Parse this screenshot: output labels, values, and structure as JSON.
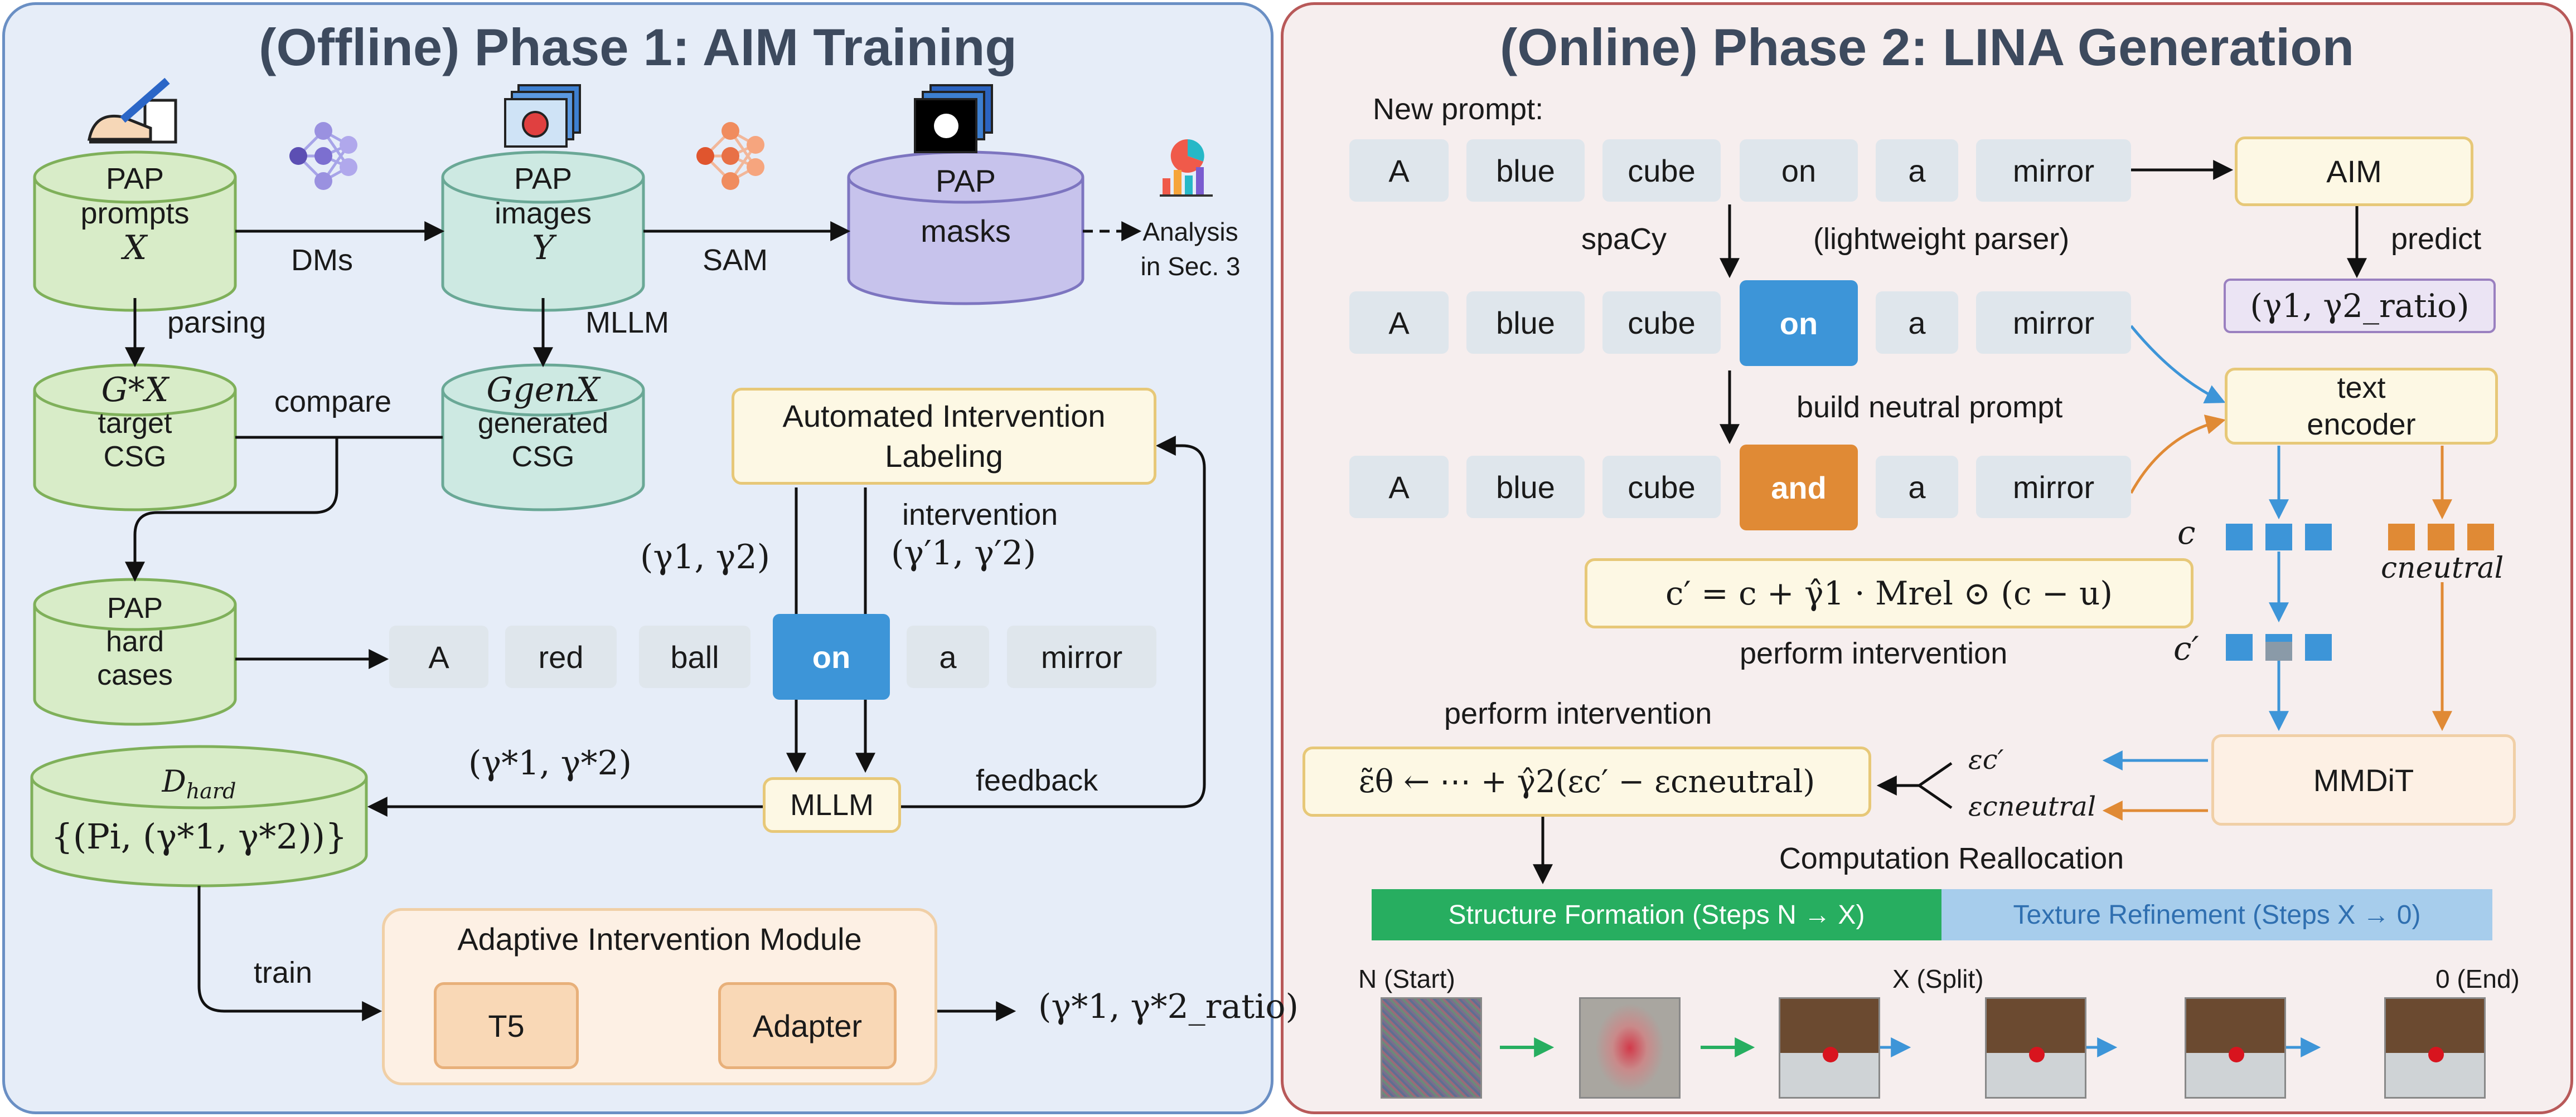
{
  "phase1": {
    "title": "(Offline) Phase 1: AIM Training",
    "db_prompts": {
      "line1": "PAP",
      "line2": "prompts",
      "line3": "X"
    },
    "db_images": {
      "line1": "PAP",
      "line2": "images",
      "line3": "Y"
    },
    "db_masks": {
      "line1": "PAP",
      "line2": "masks"
    },
    "edge_dms": "DMs",
    "edge_sam": "SAM",
    "analysis": {
      "line1": "Analysis",
      "line2": "in Sec. 3"
    },
    "edge_parsing": "parsing",
    "edge_mllm": "MLLM",
    "edge_compare": "compare",
    "db_target": {
      "sym": "G*X",
      "line2": "target",
      "line3": "CSG"
    },
    "db_generated": {
      "sym": "GgenX",
      "line2": "generated",
      "line3": "CSG"
    },
    "ail_box": {
      "line1": "Automated Intervention",
      "line2": "Labeling"
    },
    "intervention_label": "intervention",
    "gamma_pair": "(γ1, γ2)",
    "gamma_prime_pair": "(γ′1, γ′2)",
    "db_hard": {
      "line1": "PAP",
      "line2": "hard",
      "line3": "cases"
    },
    "tokens": [
      "A",
      "red",
      "ball",
      "on",
      "a",
      "mirror"
    ],
    "mllm_box": "MLLM",
    "feedback": "feedback",
    "gamma_star_pair": "(γ*1, γ*2)",
    "db_dhard": {
      "sym": "D",
      "sub": "hard",
      "line2": "{(Pi, (γ*1, γ*2))}"
    },
    "edge_train": "train",
    "aim_module": {
      "title": "Adaptive Intervention Module",
      "t5": "T5",
      "adapter": "Adapter"
    },
    "aim_output": "(γ*1, γ*2_ratio)"
  },
  "phase2": {
    "title": "(Online) Phase 2: LINA Generation",
    "new_prompt": "New prompt:",
    "tokens_row1": [
      "A",
      "blue",
      "cube",
      "on",
      "a",
      "mirror"
    ],
    "tokens_row2": [
      "A",
      "blue",
      "cube",
      "on",
      "a",
      "mirror"
    ],
    "tokens_row3": [
      "A",
      "blue",
      "cube",
      "and",
      "a",
      "mirror"
    ],
    "spacy": "spaCy",
    "lightweight_parser": "(lightweight parser)",
    "build_neutral": "build neutral prompt",
    "aim_box": "AIM",
    "predict": "predict",
    "gamma_pred": "(γ1, γ2_ratio)",
    "text_encoder": {
      "line1": "text",
      "line2": "encoder"
    },
    "c_label": "c",
    "c_prime_label": "c′",
    "c_neutral_label": "cneutral",
    "formula1": "c′ = c + γ̂1 · Mrel ⊙ (c − u)",
    "perform_intervention_1": "perform intervention",
    "perform_intervention_2": "perform intervention",
    "formula2": "ε̃θ ← ⋯ + γ̂2(εc′ − εcneutral)",
    "eps_c_prime": "εc′",
    "eps_c_neutral": "εcneutral",
    "mmdit": "MMDiT",
    "comp_realloc": "Computation Reallocation",
    "structure_bar": "Structure Formation (Steps N → X)",
    "texture_bar": "Texture Refinement (Steps X → 0)",
    "n_start": "N (Start)",
    "x_split": "X (Split)",
    "zero_end": "0 (End)"
  },
  "colors": {
    "green_db": "#d8ecc8",
    "teal_db": "#cde9e2",
    "purple_db": "#c7c3ec",
    "token_blue": "#3d95d8",
    "token_orange": "#e08a35",
    "arrow_blue": "#3d95d8",
    "arrow_orange": "#e08a35",
    "bar_green": "#27ae60",
    "bar_blue": "#a7cdec"
  }
}
